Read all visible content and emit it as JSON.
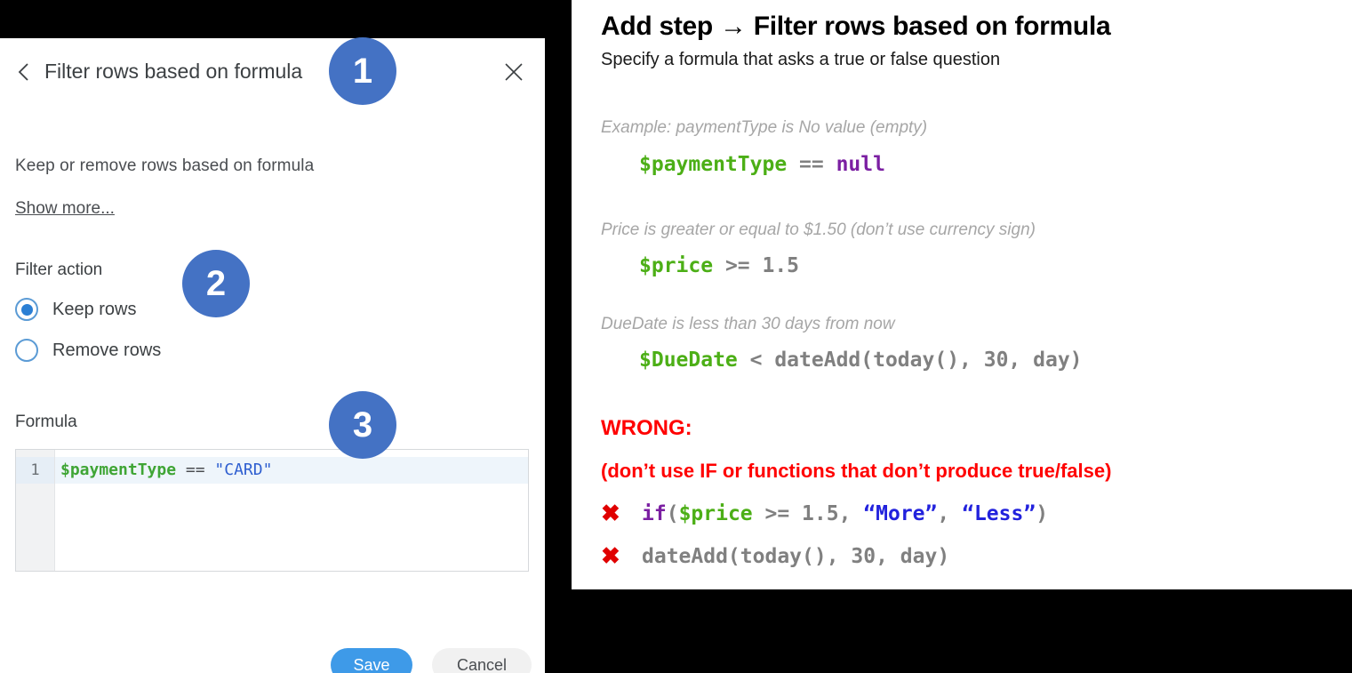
{
  "left_panel": {
    "back_icon": "chevron-left-icon",
    "close_icon": "close-icon",
    "title": "Filter rows based on formula",
    "subtitle": "Keep or remove rows based on formula",
    "show_more": "Show more...",
    "filter_action_label": "Filter action",
    "radios": [
      {
        "label": "Keep rows",
        "checked": true
      },
      {
        "label": "Remove rows",
        "checked": false
      }
    ],
    "formula_label": "Formula",
    "editor": {
      "line_number": "1",
      "tokens": [
        {
          "text": "$paymentType",
          "type": "var"
        },
        {
          "text": " == ",
          "type": "op"
        },
        {
          "text": "\"CARD\"",
          "type": "str"
        }
      ],
      "plain": "$paymentType == \"CARD\""
    },
    "save_label": "Save",
    "cancel_label": "Cancel"
  },
  "badges": [
    {
      "number": "1"
    },
    {
      "number": "2"
    },
    {
      "number": "3"
    }
  ],
  "right_panel": {
    "title": "Add step → Filter rows based on formula",
    "subtitle": "Specify a formula that asks a true or false question",
    "examples": [
      {
        "caption": "Example: paymentType is No value (empty)",
        "tokens": [
          {
            "text": "$paymentType",
            "color": "green"
          },
          {
            "text": " == ",
            "color": "gray"
          },
          {
            "text": "null",
            "color": "purple"
          }
        ],
        "plain": "$paymentType == null"
      },
      {
        "caption": "Price is greater or equal to $1.50 (don’t use currency sign)",
        "tokens": [
          {
            "text": "$price",
            "color": "green"
          },
          {
            "text": " >= ",
            "color": "gray"
          },
          {
            "text": "1.5",
            "color": "dark"
          }
        ],
        "plain": "$price >= 1.5"
      },
      {
        "caption": "DueDate is less than 30 days from now",
        "tokens": [
          {
            "text": "$DueDate",
            "color": "green"
          },
          {
            "text": " < ",
            "color": "gray"
          },
          {
            "text": "dateAdd(today(), 30, day)",
            "color": "dark"
          }
        ],
        "plain": "$DueDate < dateAdd(today(), 30, day)"
      }
    ],
    "wrong_title": "WRONG:",
    "wrong_note": "(don’t use IF or functions that don’t produce true/false)",
    "wrong_examples": [
      {
        "x_icon": "x-mark-icon",
        "tokens": [
          {
            "text": "if",
            "color": "purple"
          },
          {
            "text": "(",
            "color": "dark"
          },
          {
            "text": "$price",
            "color": "green"
          },
          {
            "text": " >= ",
            "color": "gray"
          },
          {
            "text": "1.5, ",
            "color": "dark"
          },
          {
            "text": "“More”",
            "color": "blue"
          },
          {
            "text": ", ",
            "color": "dark"
          },
          {
            "text": "“Less”",
            "color": "blue"
          },
          {
            "text": ")",
            "color": "dark"
          }
        ],
        "plain": "if($price >= 1.5, “More”, “Less”)"
      },
      {
        "x_icon": "x-mark-icon",
        "tokens": [
          {
            "text": "dateAdd(today(), 30, day)",
            "color": "dark"
          }
        ],
        "plain": "dateAdd(today(), 30, day)"
      }
    ]
  },
  "colors": {
    "accent_blue": "#3e9ae8",
    "badge_blue": "#4472c4",
    "radio_blue": "#2b7fd4",
    "token_green": "#4caf16",
    "token_purple": "#7b1fa2",
    "token_blue": "#2222dd",
    "token_gray": "#808080",
    "wrong_red": "#ff0000",
    "x_red": "#e00000"
  }
}
